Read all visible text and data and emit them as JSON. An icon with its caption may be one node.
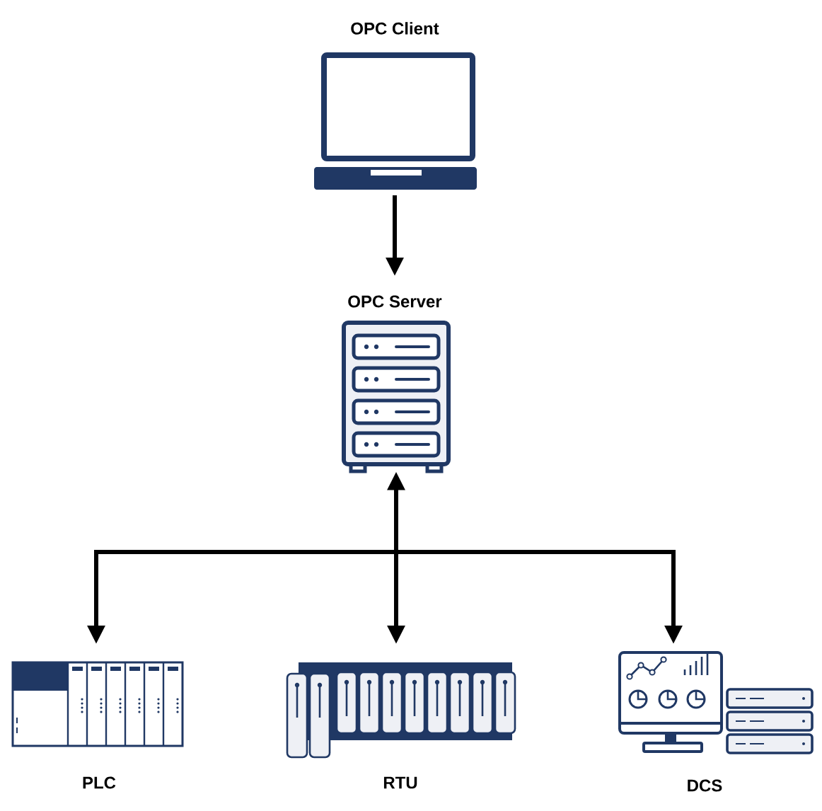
{
  "diagram": {
    "nodes": [
      {
        "text": [
          "OPC Client"
        ]
      },
      {
        "text": [
          "OPC Server"
        ]
      },
      {
        "text": [
          "PLC"
        ]
      },
      {
        "text": [
          "RTU"
        ]
      },
      {
        "text": [
          "DCS"
        ]
      }
    ],
    "edges": [
      {
        "from": 0,
        "to": 1,
        "arrow": "to"
      },
      {
        "from": 1,
        "to": 2,
        "arrow": "both"
      },
      {
        "from": 1,
        "to": 3,
        "arrow": "both"
      },
      {
        "from": 1,
        "to": 4,
        "arrow": "both"
      }
    ]
  }
}
